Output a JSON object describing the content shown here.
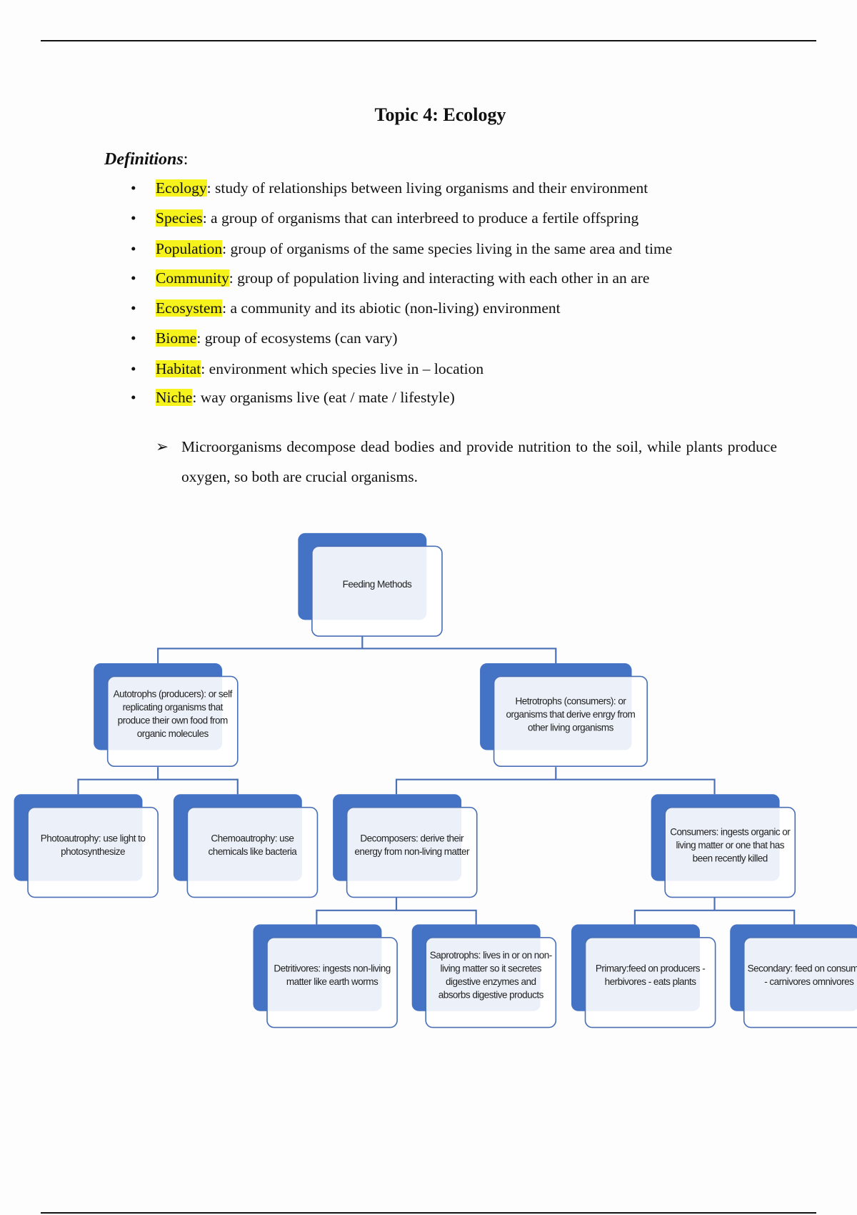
{
  "title": "Topic 4: Ecology",
  "definitions_heading": "Definitions",
  "definitions_colon": ":",
  "definitions": [
    {
      "term": "Ecology",
      "text": ": study of relationships between living organisms and their environment"
    },
    {
      "term": "Species",
      "text": ": a group of organisms that can interbreed to produce a fertile offspring"
    },
    {
      "term": "Population",
      "text": ": group of organisms of the same species living in the same area and time"
    },
    {
      "term": "Community",
      "text": ": group of population living and interacting with each other in an are"
    },
    {
      "term": "Ecosystem",
      "text": ": a community and its abiotic (non-living) environment"
    },
    {
      "term": "Biome",
      "text": ": group of ecosystems (can vary)"
    },
    {
      "term": "Habitat",
      "text": ": environment which species live in – location"
    },
    {
      "term": "Niche",
      "text": ": way organisms live (eat / mate / lifestyle)"
    }
  ],
  "note": "Microorganisms decompose dead bodies and provide nutrition to the soil, while plants produce oxygen, so both are crucial organisms.",
  "colors": {
    "highlight": "#f6f21c",
    "node_blue": "#4472c4",
    "node_border": "#4a6fb5"
  },
  "diagram": {
    "feeding": "Feeding Methods",
    "autotrophs": "Autotrophs (producers): or self replicating organisms that produce their own food from organic molecules",
    "heterotrophs": "Hetrotrophs (consumers): or organisms that derive enrgy from other living organisms",
    "photo": "Photoautrophy: use light to photosynthesize",
    "chemo": "Chemoautrophy: use chemicals like bacteria",
    "decomposers": "Decomposers: derive their energy from non-living matter",
    "consumers": "Consumers: ingests organic or living matter or one that has been recently killed",
    "detritivores": "Detritivores: ingests non-living matter like earth worms",
    "saprotrophs": "Saprotrophs: lives in or on non-living matter so it secretes digestive enzymes and absorbs digestive products",
    "primary": "Primary:feed on producers -  herbivores - eats plants",
    "secondary": "Secondary: feed on consumers - carnivores omnivores"
  }
}
